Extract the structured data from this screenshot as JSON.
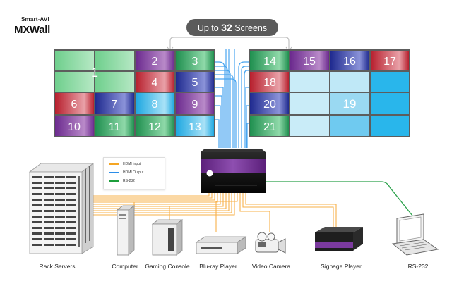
{
  "brand": {
    "company": "Smart-AVI",
    "product": "MXWall"
  },
  "headline": {
    "prefix": "Up to ",
    "count": "32",
    "suffix": " Screens"
  },
  "screen_numbers": [
    "1",
    "2",
    "3",
    "4",
    "5",
    "6",
    "7",
    "8",
    "9",
    "10",
    "11",
    "12",
    "13",
    "14",
    "15",
    "16",
    "17",
    "18",
    "19",
    "20",
    "21"
  ],
  "legend": [
    {
      "label": "HDMI Input",
      "color": "#f5a623"
    },
    {
      "label": "HDMI Output",
      "color": "#2b8de8"
    },
    {
      "label": "RS-232",
      "color": "#1d9e3c"
    }
  ],
  "devices": [
    "Rack Servers",
    "Computer",
    "Gaming Console",
    "Blu-ray Player",
    "Video Camera",
    "Signage Player",
    "RS-232"
  ],
  "colors": {
    "purple": "#7b3a8e",
    "green": "#2e9a5a",
    "light_green": "#9fdfb3",
    "blue": "#2a3aa0",
    "cyan": "#22b5ea",
    "light_cyan": "#bfeaf8",
    "red": "#c0303c",
    "orange": "#f5a623",
    "hdmi_out": "#2b8de8",
    "rs232": "#1d9e3c"
  }
}
